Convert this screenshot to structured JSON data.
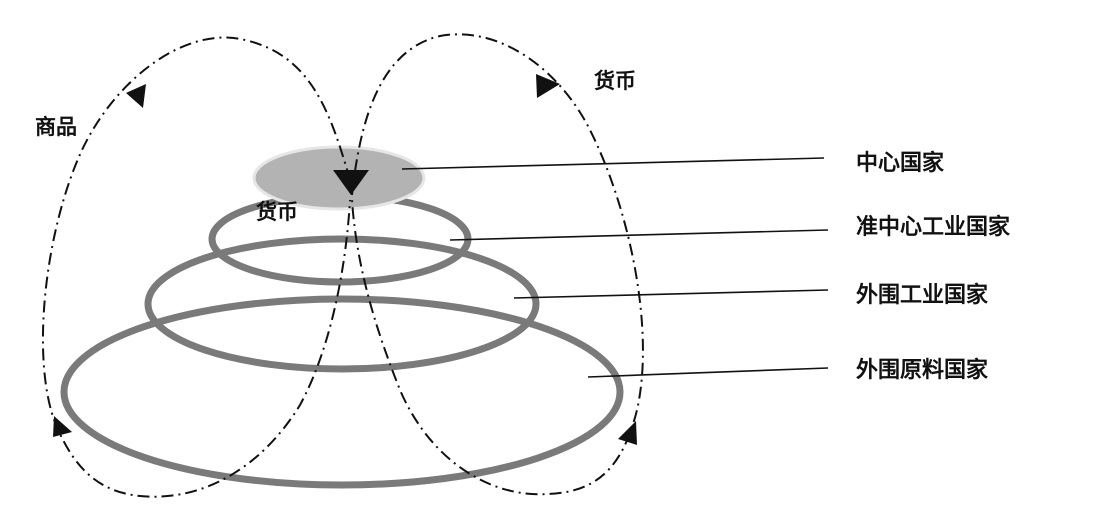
{
  "tiers": [
    {
      "id": "core",
      "label": "中心国家"
    },
    {
      "id": "semi-core",
      "label": "准中心工业国家"
    },
    {
      "id": "periphery-industrial",
      "label": "外围工业国家"
    },
    {
      "id": "periphery-raw",
      "label": "外围原料国家"
    }
  ],
  "flows": {
    "goods_label": "商品",
    "money_label_outer": "货币",
    "money_label_inner": "货币"
  },
  "colors": {
    "ring": "#7a7a7a",
    "core_fill": "#b3b3b3",
    "line": "#111111"
  }
}
